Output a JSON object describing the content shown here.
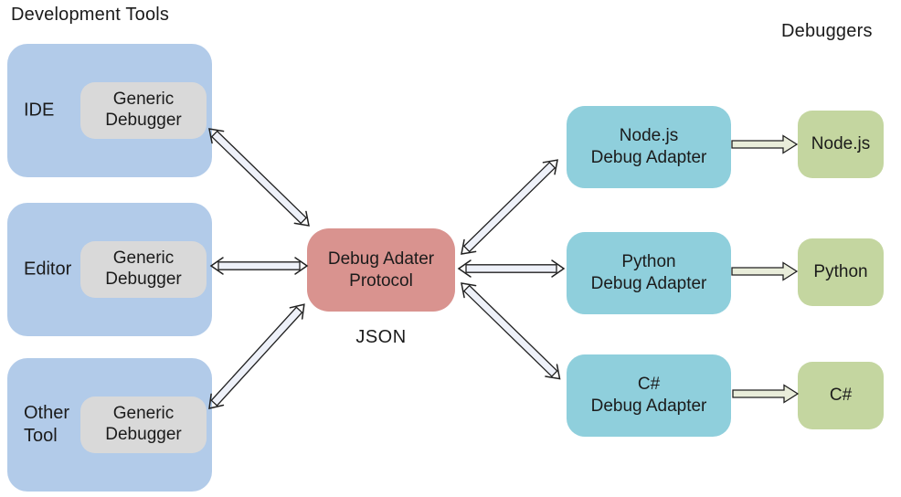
{
  "headers": {
    "left": "Development Tools",
    "right": "Debuggers"
  },
  "tools": [
    {
      "label": "IDE",
      "debugger_line1": "Generic",
      "debugger_line2": "Debugger"
    },
    {
      "label": "Editor",
      "debugger_line1": "Generic",
      "debugger_line2": "Debugger"
    },
    {
      "label": "Other\nTool",
      "debugger_line1": "Generic",
      "debugger_line2": "Debugger"
    }
  ],
  "center": {
    "title_line1": "Debug Adater",
    "title_line2": "Protocol",
    "caption": "JSON"
  },
  "adapters": [
    {
      "line1": "Node.js",
      "line2": "Debug Adapter"
    },
    {
      "line1": "Python",
      "line2": "Debug Adapter"
    },
    {
      "line1": "C#",
      "line2": "Debug Adapter"
    }
  ],
  "debuggers": [
    {
      "label": "Node.js"
    },
    {
      "label": "Python"
    },
    {
      "label": "C#"
    }
  ],
  "colors": {
    "tool_box": "#b2cbe9",
    "inner_box": "#d9d9d9",
    "protocol_box": "#d9938f",
    "adapter_box": "#8fcfdc",
    "debugger_box": "#c4d6a0",
    "arrow_fill": "#eef1f9",
    "arrow_fill_green": "#e9edda",
    "outline": "#202020",
    "text": "#1b1b1b"
  }
}
